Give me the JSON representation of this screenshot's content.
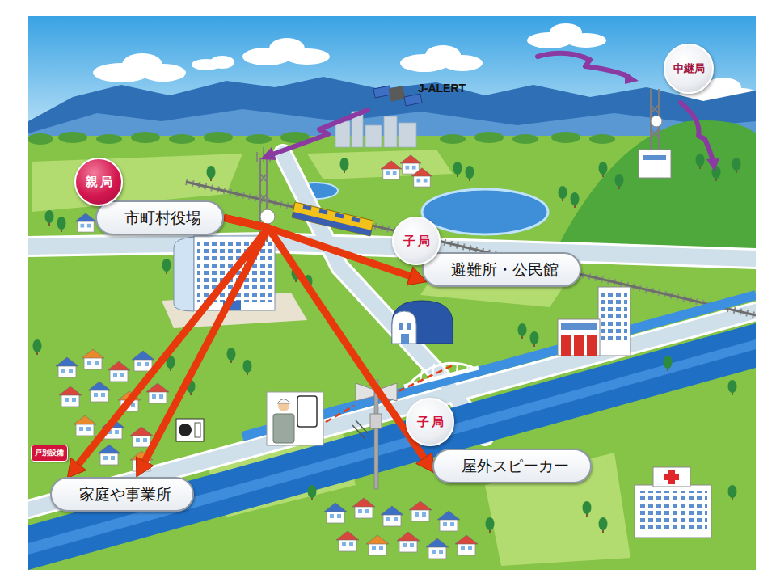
{
  "diagram": {
    "nodes": [
      {
        "text": [
          "中継局"
        ]
      },
      {
        "text": [
          "親局",
          "市町村役場"
        ]
      },
      {
        "text": [
          "子局",
          "避難所・公民館"
        ]
      },
      {
        "text": [
          "子局",
          "屋外スピーカー"
        ]
      },
      {
        "text": [
          "戸別設備",
          "家庭や事業所"
        ]
      }
    ],
    "edges": [
      {
        "from": 1,
        "to": 2,
        "arrow": "to"
      },
      {
        "from": 1,
        "to": 3,
        "arrow": "to"
      },
      {
        "from": 1,
        "to": 4,
        "arrow": "to"
      },
      {
        "from": 1,
        "to": 4,
        "arrow": "to"
      }
    ],
    "labels": [
      "J-ALERT"
    ]
  }
}
